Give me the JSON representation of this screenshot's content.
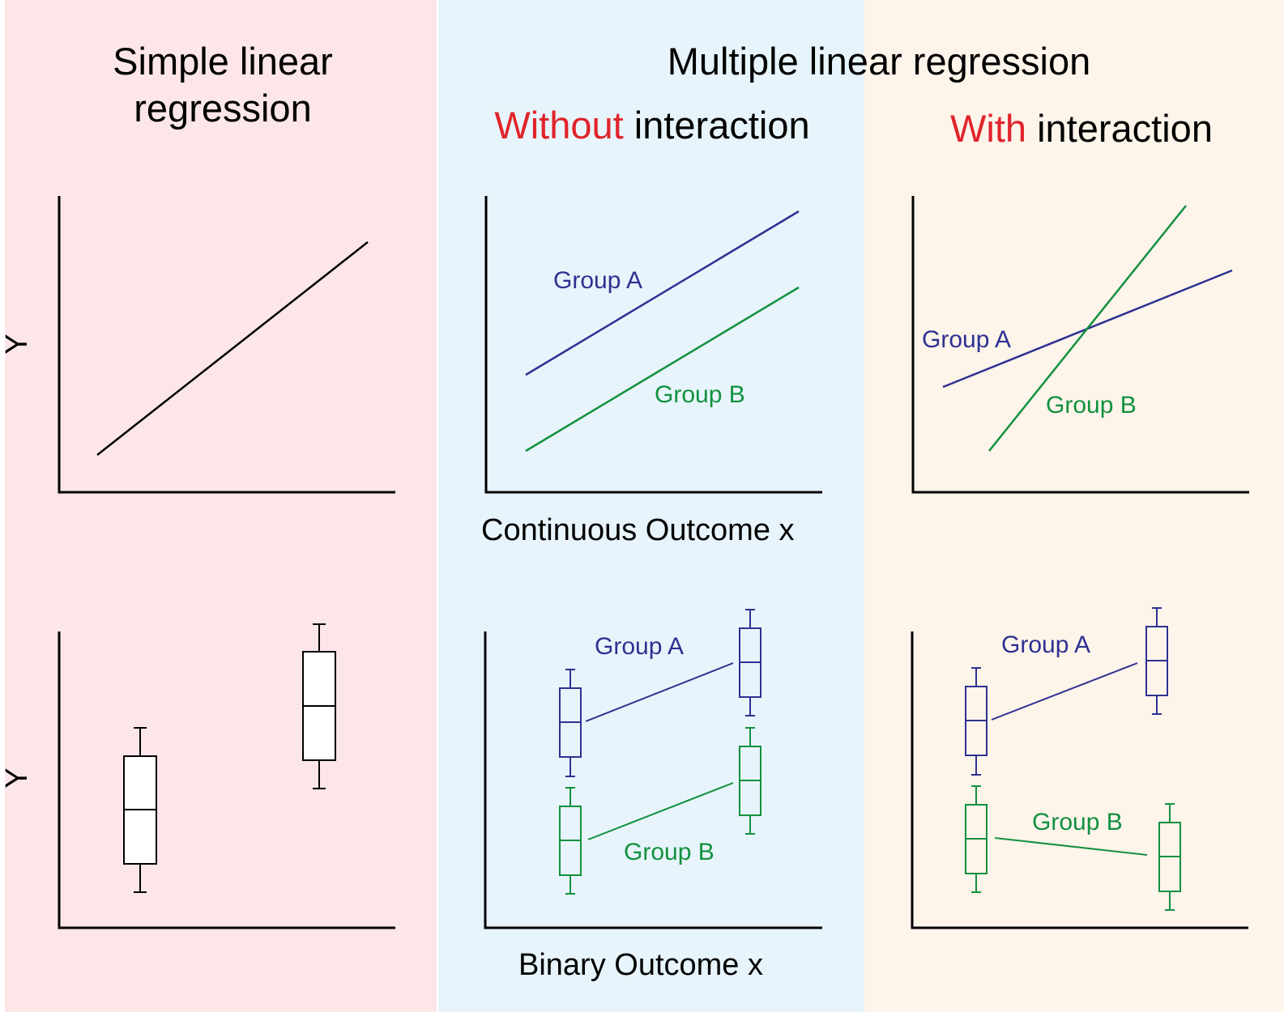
{
  "titles": {
    "simple": "Simple linear\nregression",
    "multiple": "Multiple linear regression",
    "without_emph": "Without",
    "without_rest": " interaction",
    "with_emph": "With",
    "with_rest": " interaction"
  },
  "axis": {
    "y_label": "Y",
    "continuous_x_label": "Continuous Outcome x",
    "binary_x_label": "Binary Outcome x"
  },
  "groups": {
    "a": "Group A",
    "b": "Group B"
  },
  "colors": {
    "simple_bg": "#fce6e8",
    "without_bg": "#e7f4fb",
    "with_bg": "#fdf4ea",
    "emphasis": "#e0242b",
    "group_a": "#2e3192",
    "group_b": "#12913f",
    "axis": "#000000"
  }
}
